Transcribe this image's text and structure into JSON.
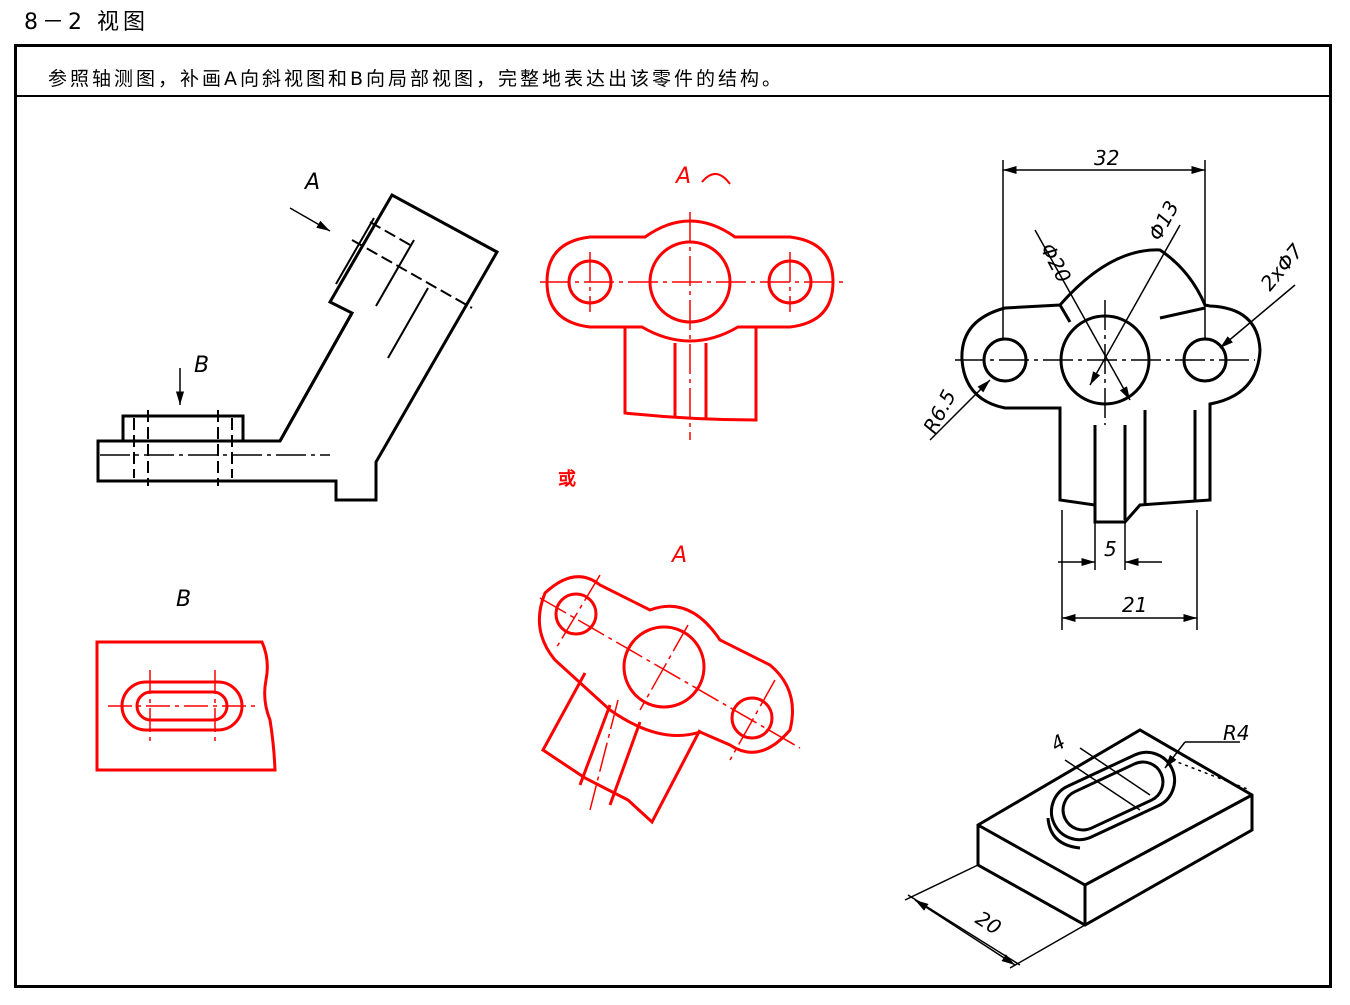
{
  "header": {
    "section": "8－2  视图"
  },
  "task": {
    "instruction": "参照轴测图，补画A向斜视图和B向局部视图，完整地表达出该零件的结构。"
  },
  "labels": {
    "view_a_arrow": "A",
    "view_b_arrow": "B",
    "view_a_rotated": "A",
    "view_a_alt": "A",
    "view_b": "B",
    "or": "或"
  },
  "dimensions": {
    "width_32": "32",
    "dia_20": "Φ20",
    "dia_13": "Φ13",
    "holes": "2xΦ7",
    "radius_65": "R6.5",
    "width_5": "5",
    "width_21": "21",
    "slot_4": "4",
    "radius_4": "R4",
    "length_20": "20"
  },
  "colors": {
    "ink": "#000000",
    "answer": "#ff0000"
  }
}
